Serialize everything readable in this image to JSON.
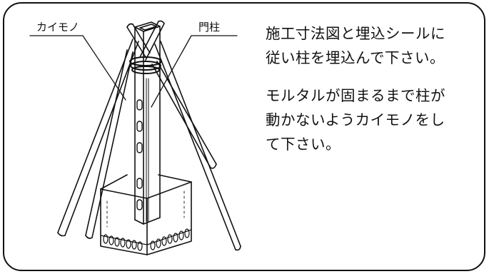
{
  "labels": {
    "kaimono": "カイモノ",
    "monchu": "門柱"
  },
  "instructions": [
    {
      "lines": [
        "施工寸法図と埋込シールに",
        "従い柱を埋込んで下さい。"
      ]
    },
    {
      "lines": [
        "モルタルが固まるまで柱が",
        "動かないようカイモノをし",
        "て下さい。"
      ]
    }
  ],
  "colors": {
    "ink": "#111111",
    "background": "#ffffff"
  }
}
